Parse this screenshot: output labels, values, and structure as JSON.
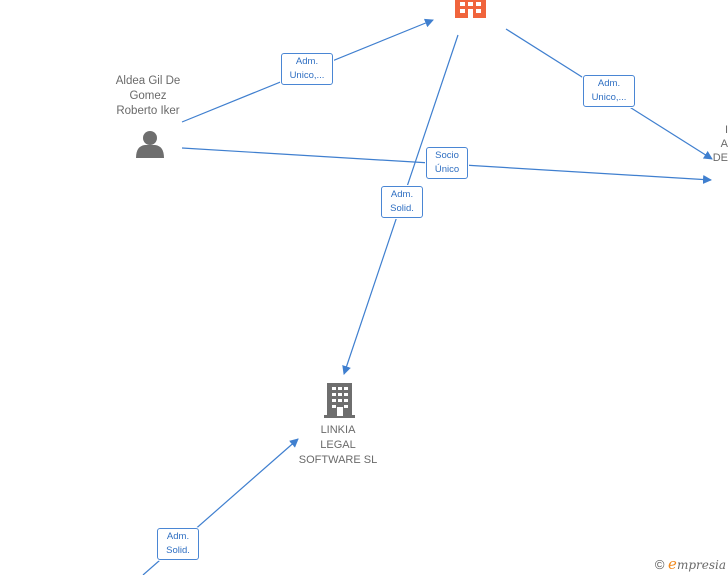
{
  "nodes": {
    "top_company": {
      "name": "",
      "color": "#f0643c"
    },
    "person": {
      "name_lines": [
        "Aldea Gil De",
        "Gomez",
        "Roberto Iker"
      ]
    },
    "linkia": {
      "name_lines": [
        "LINKIA",
        "LEGAL",
        "SOFTWARE  SL"
      ]
    },
    "right_cut": {
      "lines": [
        "I",
        "A",
        "DE"
      ]
    }
  },
  "edge_labels": {
    "person_top": [
      "Adm.",
      "Unico,..."
    ],
    "top_right": [
      "Adm.",
      "Unico,..."
    ],
    "person_right": [
      "Socio",
      "Único"
    ],
    "top_linkia": [
      "Adm.",
      "Solid."
    ],
    "bottom_linkia": [
      "Adm.",
      "Solid."
    ]
  },
  "colors": {
    "edge": "#3f7fcf",
    "icon_gray": "#6e6e6e",
    "accent": "#f0643c"
  },
  "footer": {
    "copyright": "©",
    "brand_e": "e",
    "brand_rest": "mpresia"
  }
}
